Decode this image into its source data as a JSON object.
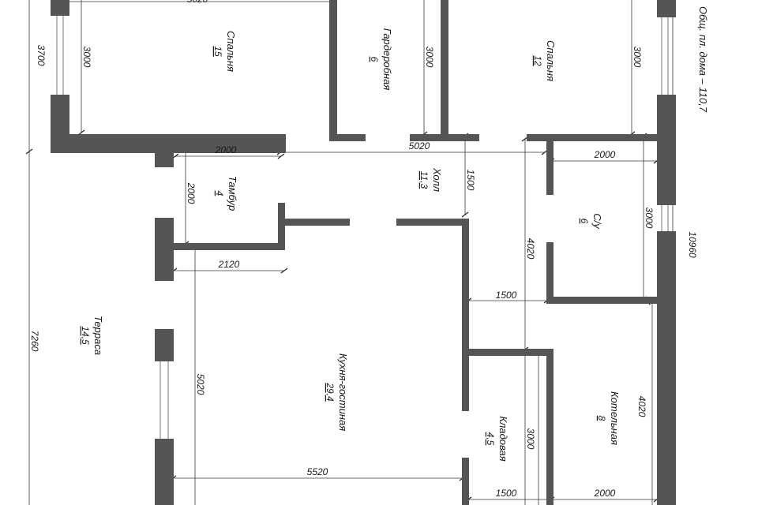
{
  "plan": {
    "total_area_note": "Общ. пл. дома – 110,7",
    "rooms": [
      {
        "id": "bedroom1",
        "name": "Спальня",
        "area": "15"
      },
      {
        "id": "wardrobe",
        "name": "Гардеробная",
        "area": "6"
      },
      {
        "id": "bedroom2",
        "name": "Спальня",
        "area": "12"
      },
      {
        "id": "vestibule",
        "name": "Тамбур",
        "area": "4"
      },
      {
        "id": "hall",
        "name": "Холл",
        "area": "11,3"
      },
      {
        "id": "bathroom",
        "name": "С/у",
        "area": "6"
      },
      {
        "id": "terrace",
        "name": "Терраса",
        "area": "14,5"
      },
      {
        "id": "kitchen",
        "name": "Кухня-гостиная",
        "area": "29,4"
      },
      {
        "id": "pantry",
        "name": "Кладовая",
        "area": "4,5"
      },
      {
        "id": "boiler",
        "name": "Котельная",
        "area": "8"
      }
    ],
    "dimensions": {
      "top_partial": "5020",
      "left_overall": "3700",
      "bedroom1_height": "3000",
      "wardrobe_height": "3000",
      "bedroom2_height": "3000",
      "vestibule_width": "2000",
      "hall_width": "5020",
      "bathroom_width": "2000",
      "vestibule_height": "2000",
      "hall_height": "1500",
      "bathroom_height": "3000",
      "overall_right": "10960",
      "vestibule_bottom": "2120",
      "right_mid": "4020",
      "hall_lower_width": "1500",
      "left_lower": "7260",
      "kitchen_height": "5020",
      "boiler_height": "4020",
      "pantry_height": "3000",
      "kitchen_width": "5520",
      "pantry_width": "1500",
      "boiler_width": "2000"
    }
  }
}
